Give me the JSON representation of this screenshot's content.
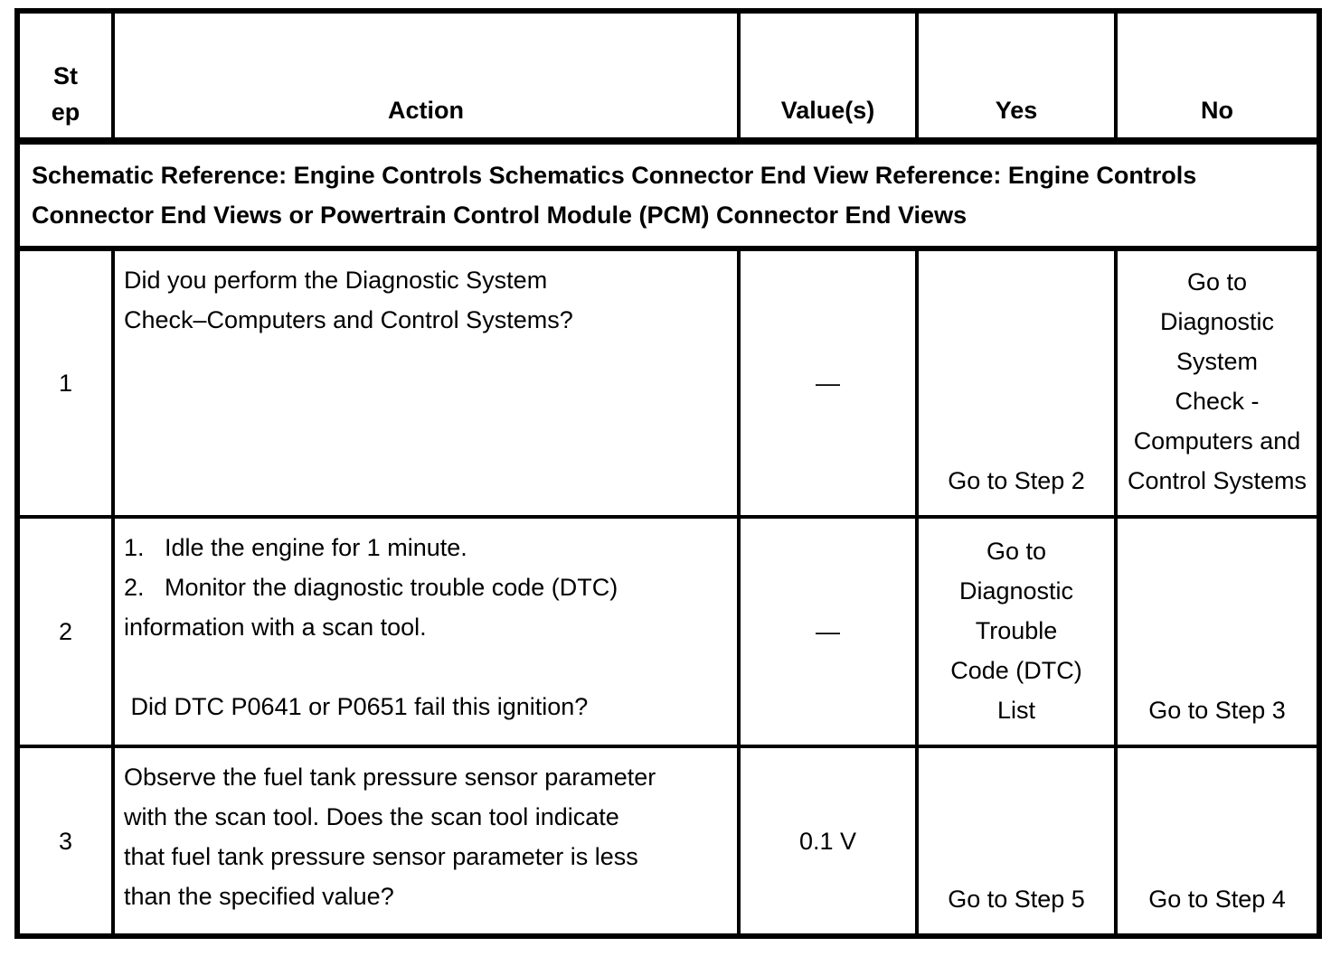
{
  "table": {
    "columns": {
      "step": "St ep",
      "action": "Action",
      "values": "Value(s)",
      "yes": "Yes",
      "no": "No"
    },
    "schematic_note": "Schematic Reference: Engine Controls Schematics Connector End View Reference: Engine Controls\nConnector End Views or Powertrain Control Module (PCM) Connector End Views",
    "rows": [
      {
        "step": "1",
        "action": "Did you perform the Diagnostic System\nCheck–Computers and Control Systems?",
        "value": "—",
        "yes": "Go to Step 2",
        "no": "Go to\nDiagnostic\nSystem\nCheck -\nComputers and\nControl Systems"
      },
      {
        "step": "2",
        "action_list_1": "1.   Idle the engine for 1 minute.",
        "action_list_2": "2.   Monitor the diagnostic trouble code (DTC)\ninformation with a scan tool.",
        "action_question": " Did DTC P0641 or P0651 fail this ignition?",
        "value": "—",
        "yes": "Go to\nDiagnostic\nTrouble\nCode (DTC)\nList",
        "no": "Go to Step 3"
      },
      {
        "step": "3",
        "action": "Observe the fuel tank pressure sensor parameter\nwith the scan tool. Does the scan tool indicate\nthat fuel tank pressure sensor parameter is less\nthan the specified value?",
        "value": "0.1 V",
        "yes": "Go to Step 5",
        "no": "Go to Step 4"
      }
    ]
  }
}
